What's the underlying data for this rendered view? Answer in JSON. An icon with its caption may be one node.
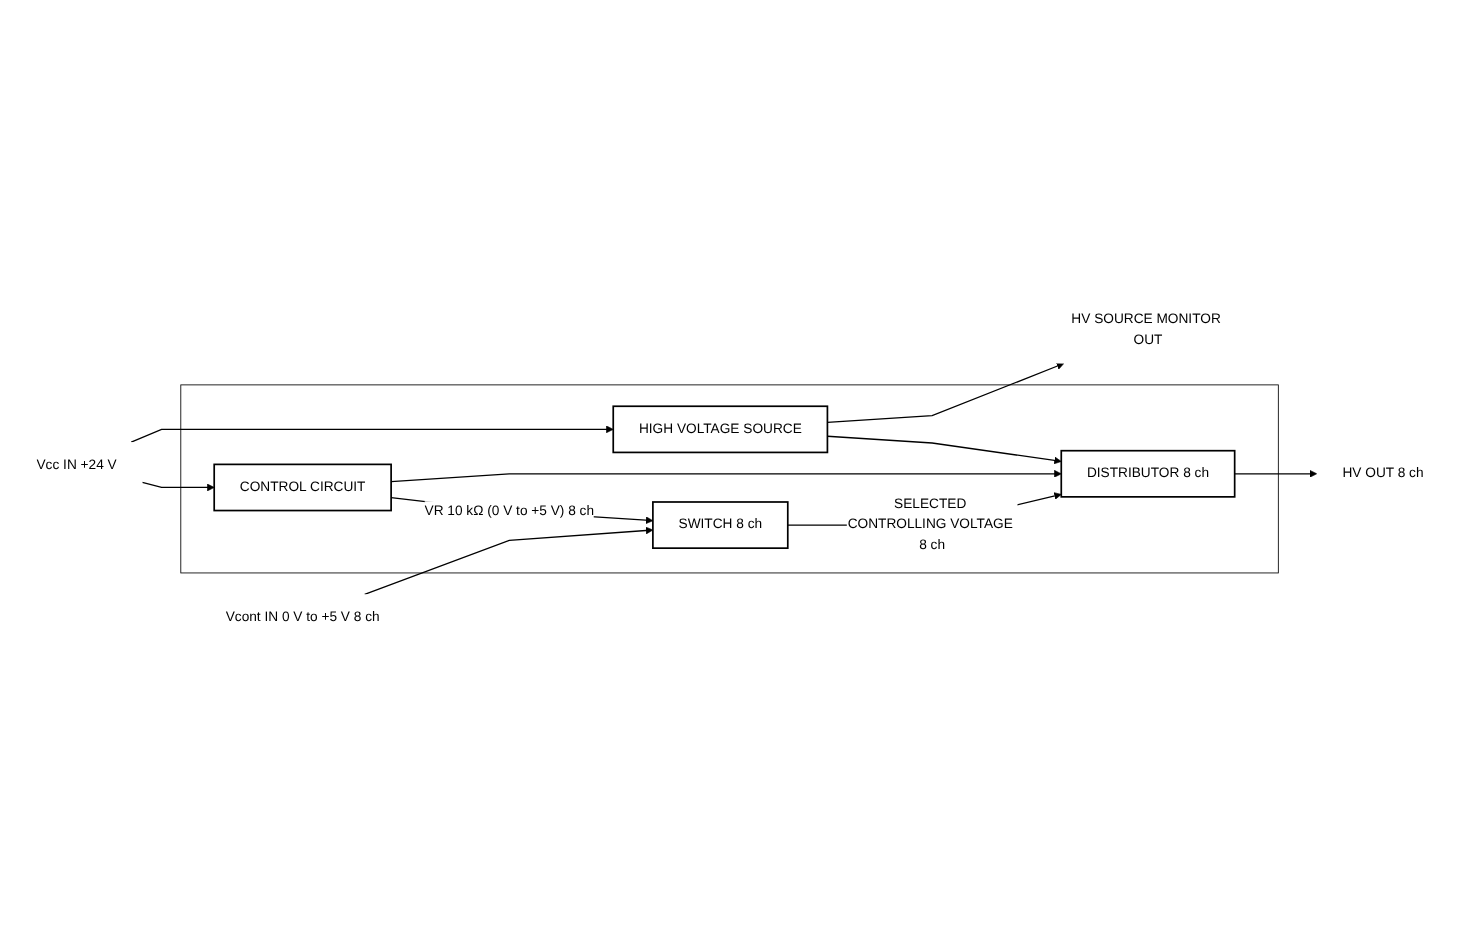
{
  "diagram": {
    "nodes": [
      {
        "text": [],
        "shape": "box"
      },
      {
        "text": [
          "HV SOURCE MONITOR OUT"
        ]
      },
      {
        "text": [
          "Vcc IN +24 V"
        ]
      },
      {
        "text": [
          "HIGH VOLTAGE SOURCE"
        ],
        "in": 0
      },
      {
        "text": [
          "DISTRIBUTOR 8 ch"
        ],
        "in": 0
      },
      {
        "text": [
          "CONTROL CIRCUIT"
        ],
        "in": 0
      },
      {
        "text": [
          "SWITCH 8 ch"
        ],
        "in": 0
      },
      {
        "text": [
          "HV OUT 8 ch"
        ]
      },
      {
        "text": [
          "Vcont IN 0 V to +5 V 8 ch"
        ]
      }
    ],
    "edges": [
      {
        "from": 3,
        "to": 1,
        "arrow": "to"
      },
      {
        "from": 2,
        "to": 3,
        "arrow": "to"
      },
      {
        "from": 2,
        "to": 5,
        "arrow": "to"
      },
      {
        "from": 3,
        "to": 4,
        "arrow": "to"
      },
      {
        "from": 5,
        "to": 4,
        "arrow": "to"
      },
      {
        "from": 5,
        "to": 6,
        "arrow": "to",
        "label": "VR 10 kΩ (0 V to +5 V) 8 ch"
      },
      {
        "from": 6,
        "to": 4,
        "arrow": "to",
        "label": "SELECTED CONTROLLING VOLTAGE 8 ch"
      },
      {
        "from": 4,
        "to": 7,
        "arrow": "to"
      },
      {
        "from": 8,
        "to": 6,
        "arrow": "to"
      }
    ]
  }
}
